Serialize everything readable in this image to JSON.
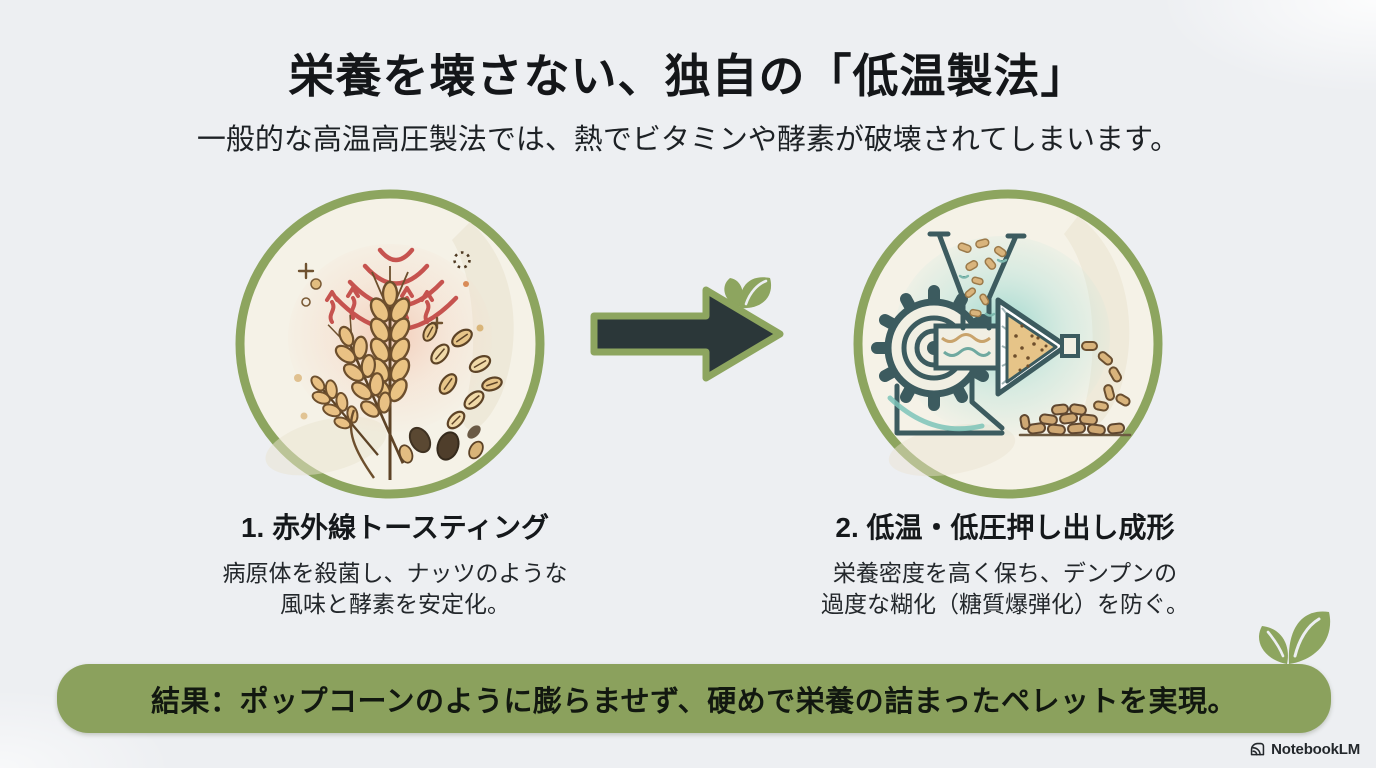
{
  "header": {
    "title": "栄養を壊さない、独自の「低温製法」",
    "subtitle": "一般的な高温高圧製法では、熱でビタミンや酵素が破壊されてしまいます。"
  },
  "steps": [
    {
      "heading": "1. 赤外線トースティング",
      "body_line1": "病原体を殺菌し、ナッツのような",
      "body_line2": "風味と酵素を安定化。",
      "illustration": "wheat-grains-with-infrared-waves"
    },
    {
      "heading": "2. 低温・低圧押し出し成形",
      "body_line1": "栄養密度を高く保ち、デンプンの",
      "body_line2": "過度な糊化（糖質爆弾化）を防ぐ。",
      "illustration": "extruder-gear-making-pellets"
    }
  ],
  "result_banner": {
    "text": "結果：ポップコーンのように膨らませず、硬めで栄養の詰まったペレットを実現。"
  },
  "footer": {
    "brand": "NotebookLM"
  },
  "icons": {
    "arrow": "right-arrow-with-leaf",
    "banner_decoration": "sprout-leaves",
    "brand_icon": "notebooklm-logo"
  },
  "colors": {
    "background": "#edeff2",
    "accent_green": "#8da55f",
    "banner_green": "#8ba15d",
    "arrow_dark": "#2b3739",
    "infrared_red": "#c6534f",
    "circle_cream": "#f5f2e7",
    "teal_glow": "#8fd2c8",
    "machine_teal": "#3c5b5f",
    "pellet_tan": "#d9b47c",
    "wheat_gold": "#eac383",
    "text_dark": "#141619"
  }
}
